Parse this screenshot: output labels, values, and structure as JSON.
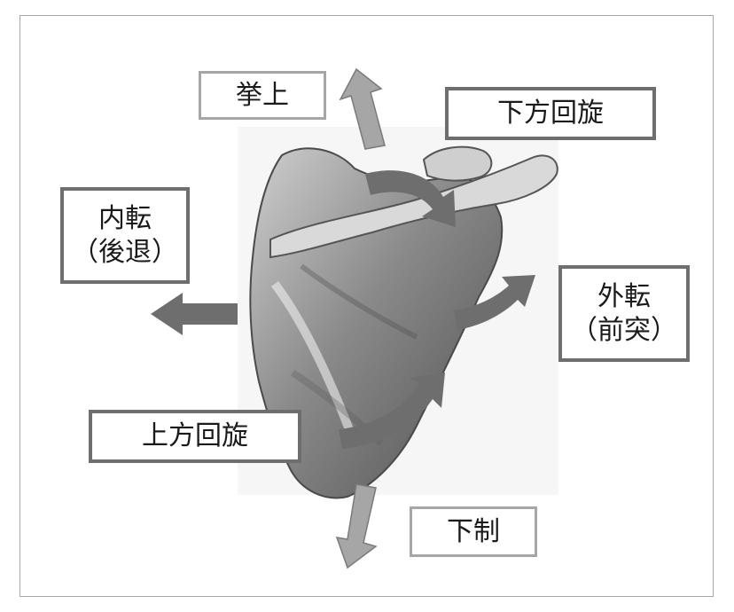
{
  "labels": {
    "elevation": "挙上",
    "downward_rotation": "下方回旋",
    "adduction": "内転",
    "adduction_sub": "（後退）",
    "abduction": "外転",
    "abduction_sub": "（前突）",
    "upward_rotation": "上方回旋",
    "depression": "下制"
  },
  "colors": {
    "arrow_dark": "#6e6e6e",
    "arrow_light": "#a6a6a6",
    "bone_shadow": "#5e5e5e"
  }
}
